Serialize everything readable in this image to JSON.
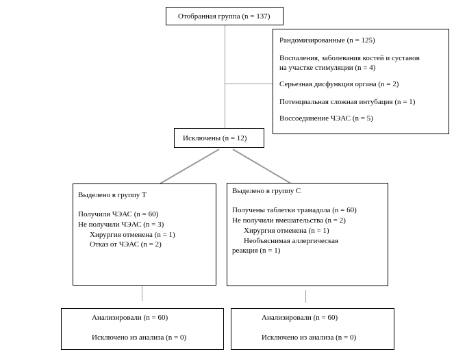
{
  "top": {
    "label": "Отобранная группа (n = 137)"
  },
  "exclusion_reasons": {
    "items": [
      "Рандомизированные (n = 125)",
      "Воспаления, заболевания костей и суставов",
      "на участке стимуляции (n = 4)",
      "Серьезная дисфункция органа (n = 2)",
      "Потенциальная сложная интубация (n = 1)",
      "Воссоединение ЧЭАС (n = 5)"
    ]
  },
  "excluded": {
    "label": "Исключены (n = 12)"
  },
  "group_t": {
    "title": "Выделено в группу Т",
    "received": "Получили ЧЭАС (n = 60)",
    "not_received": "Не получили ЧЭАС (n = 3)",
    "sub1": "Хирургия отменена (n = 1)",
    "sub2": "Отказ от ЧЭАС (n = 2)"
  },
  "group_c": {
    "title": "Выделено в группу С",
    "received": "Получены таблетки трамадола (n = 60)",
    "not_received": "Не получили вмешательства (n = 2)",
    "sub1": "Хирургия отменена (n = 1)",
    "sub2a": "Необъяснимая аллергическая",
    "sub2b": "реакция (n = 1)"
  },
  "analysis_t": {
    "analyzed": "Анализировали (n = 60)",
    "excluded": "Исключено из анализа (n = 0)"
  },
  "analysis_c": {
    "analyzed": "Анализировали (n = 60)",
    "excluded": "Исключено из анализа (n = 0)"
  }
}
